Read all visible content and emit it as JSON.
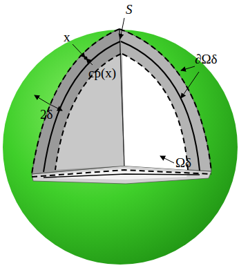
{
  "diagram": {
    "labels": [
      "S",
      "x",
      "cp(x)",
      "∂Ωδ",
      "2δ",
      "Ωδ"
    ]
  }
}
